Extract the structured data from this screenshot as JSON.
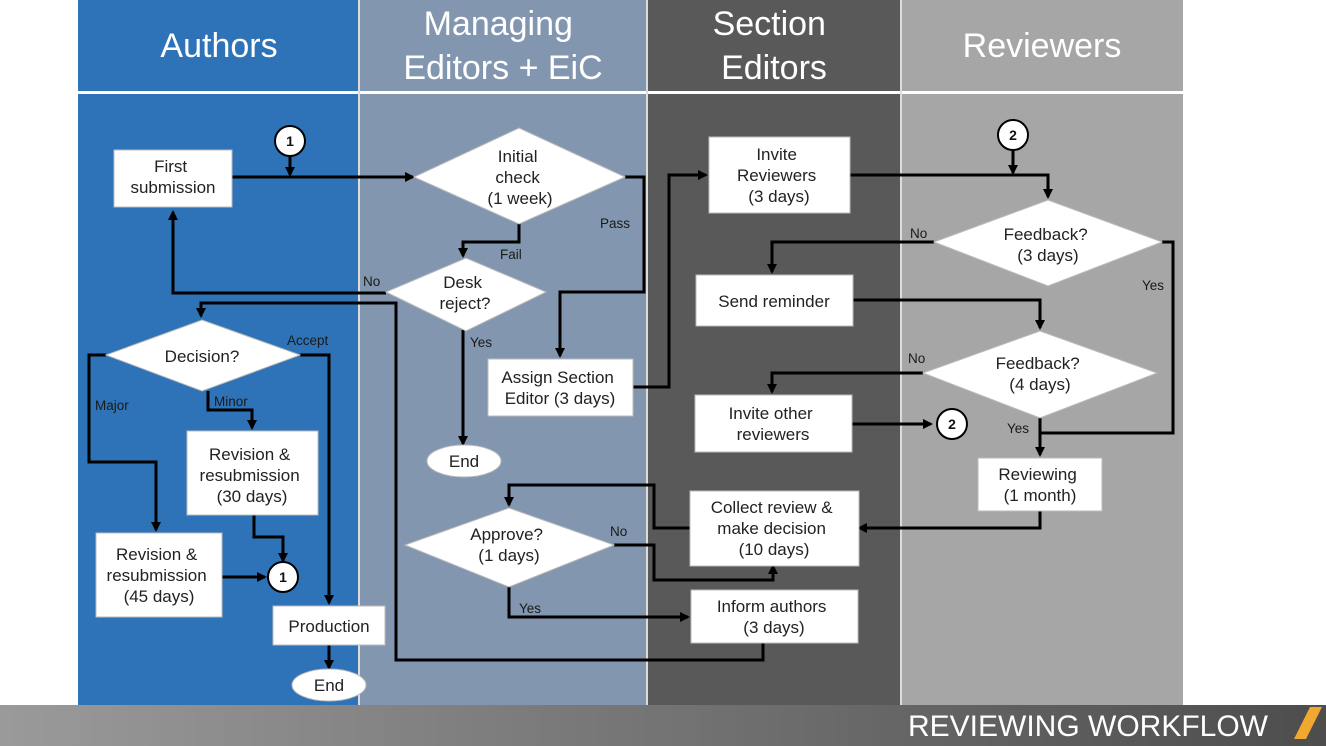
{
  "colors": {
    "authors_lane": "#2e73b8",
    "managing_lane": "#8296b0",
    "section_lane": "#595959",
    "reviewers_lane": "#a6a6a6",
    "accent": "#f0a830"
  },
  "lanes": [
    {
      "id": "authors",
      "title_lines": [
        "Authors"
      ]
    },
    {
      "id": "managing",
      "title_lines": [
        "Managing",
        "Editors + EiC"
      ]
    },
    {
      "id": "section",
      "title_lines": [
        "Section",
        "Editors"
      ]
    },
    {
      "id": "reviewers",
      "title_lines": [
        "Reviewers"
      ]
    }
  ],
  "nodes": {
    "first_submission": [
      "First",
      "submission"
    ],
    "initial_check": [
      "Initial",
      "check",
      "(1 week)"
    ],
    "desk_reject": [
      "Desk",
      "reject?"
    ],
    "end_desk": [
      "End"
    ],
    "decision": [
      "Decision?"
    ],
    "revision_minor": [
      "Revision &",
      "resubmission",
      "(30 days)"
    ],
    "revision_major": [
      "Revision &",
      "resubmission",
      "(45 days)"
    ],
    "production": [
      "Production"
    ],
    "end_production": [
      "End"
    ],
    "assign_section_editor": [
      "Assign Section",
      "Editor (3 days)"
    ],
    "approve": [
      "Approve?",
      "(1 days)"
    ],
    "invite_reviewers": [
      "Invite",
      "Reviewers",
      "(3 days)"
    ],
    "send_reminder": [
      "Send reminder"
    ],
    "invite_other_reviewers": [
      "Invite other",
      "reviewers"
    ],
    "collect_review": [
      "Collect review &",
      "make decision",
      "(10 days)"
    ],
    "inform_authors": [
      "Inform authors",
      "(3 days)"
    ],
    "feedback_1": [
      "Feedback?",
      "(3 days)"
    ],
    "feedback_2": [
      "Feedback?",
      "(4 days)"
    ],
    "reviewing": [
      "Reviewing",
      "(1 month)"
    ]
  },
  "connectors": {
    "c1_top": "1",
    "c1_bottom": "1",
    "c2_top": "2",
    "c2_mid": "2"
  },
  "edge_labels": {
    "pass": "Pass",
    "fail": "Fail",
    "no_desk": "No",
    "yes_desk": "Yes",
    "accept": "Accept",
    "minor": "Minor",
    "major": "Major",
    "no_approve": "No",
    "yes_approve": "Yes",
    "no_fb1": "No",
    "yes_fb1": "Yes",
    "no_fb2": "No",
    "yes_fb2": "Yes"
  },
  "footer": {
    "title": "REVIEWING WORKFLOW"
  }
}
